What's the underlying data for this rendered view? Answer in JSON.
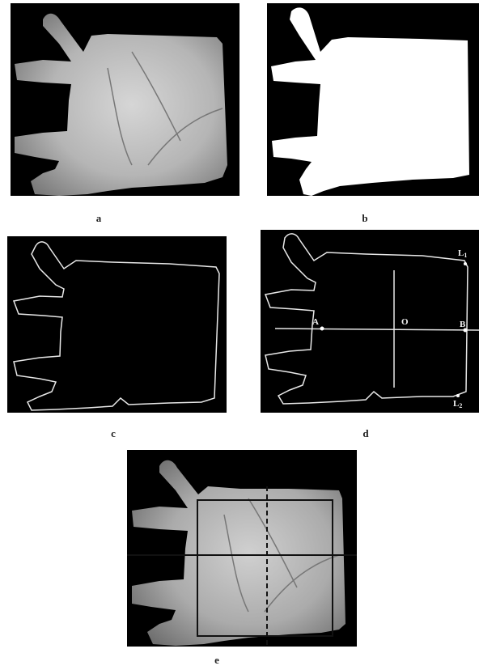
{
  "figure": {
    "panels": [
      {
        "id": "a",
        "caption": "a",
        "content": "grayscale palm image"
      },
      {
        "id": "b",
        "caption": "b",
        "content": "binary palm mask"
      },
      {
        "id": "c",
        "caption": "c",
        "content": "palm contour"
      },
      {
        "id": "d",
        "caption": "d",
        "content": "contour with key points"
      },
      {
        "id": "e",
        "caption": "e",
        "content": "palm image with ROI box"
      }
    ],
    "points": {
      "A": "A",
      "O": "O",
      "B": "B",
      "L1_main": "L",
      "L1_sub": "1",
      "L2_main": "L",
      "L2_sub": "2"
    }
  },
  "colors": {
    "background": "#ffffff",
    "panel": "#000000",
    "contour": "#e8e8e8",
    "mask": "#ffffff",
    "roi_box": "#111111"
  }
}
